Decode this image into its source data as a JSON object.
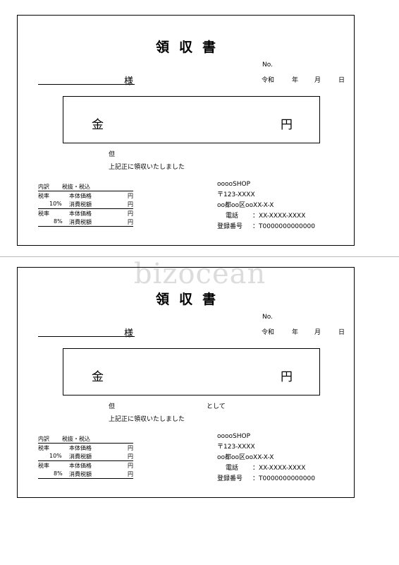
{
  "receipts": [
    {
      "title": "領収書",
      "no_label": "No.",
      "date": {
        "era": "令和",
        "year": "年",
        "month": "月",
        "day": "日"
      },
      "recipient_suffix": "様",
      "amount": {
        "prefix": "金",
        "suffix": "円"
      },
      "tadashi": "但",
      "toshite": "",
      "confirmation": "上記正に領収いたしました",
      "tax_table": {
        "header": {
          "col1": "内訳",
          "col2": "税抜・税込"
        },
        "rows": [
          {
            "c1": "税率",
            "c2": "本体価格",
            "c3": "円"
          },
          {
            "c1": "10%",
            "c2": "消費税額",
            "c3": "円"
          },
          {
            "c1": "税率",
            "c2": "本体価格",
            "c3": "円"
          },
          {
            "c1": "8%",
            "c2": "消費税額",
            "c3": "円"
          }
        ]
      },
      "shop": {
        "name": "ooooSHOP",
        "postal": "〒123-XXXX",
        "address": "oo都oo区ooXX-X-X",
        "phone_label": "電話",
        "phone": "：XX-XXXX-XXXX",
        "reg_label": "登録番号",
        "reg": "：T0000000000000"
      }
    },
    {
      "title": "領収書",
      "no_label": "No.",
      "date": {
        "era": "令和",
        "year": "年",
        "month": "月",
        "day": "日"
      },
      "recipient_suffix": "様",
      "amount": {
        "prefix": "金",
        "suffix": "円"
      },
      "tadashi": "但",
      "toshite": "として",
      "confirmation": "上記正に領収いたしました",
      "tax_table": {
        "header": {
          "col1": "内訳",
          "col2": "税抜・税込"
        },
        "rows": [
          {
            "c1": "税率",
            "c2": "本体価格",
            "c3": "円"
          },
          {
            "c1": "10%",
            "c2": "消費税額",
            "c3": "円"
          },
          {
            "c1": "税率",
            "c2": "本体価格",
            "c3": "円"
          },
          {
            "c1": "8%",
            "c2": "消費税額",
            "c3": "円"
          }
        ]
      },
      "shop": {
        "name": "ooooSHOP",
        "postal": "〒123-XXXX",
        "address": "oo都oo区ooXX-X-X",
        "phone_label": "電話",
        "phone": "：XX-XXXX-XXXX",
        "reg_label": "登録番号",
        "reg": "：T0000000000000"
      }
    }
  ],
  "watermark": "bizocean"
}
